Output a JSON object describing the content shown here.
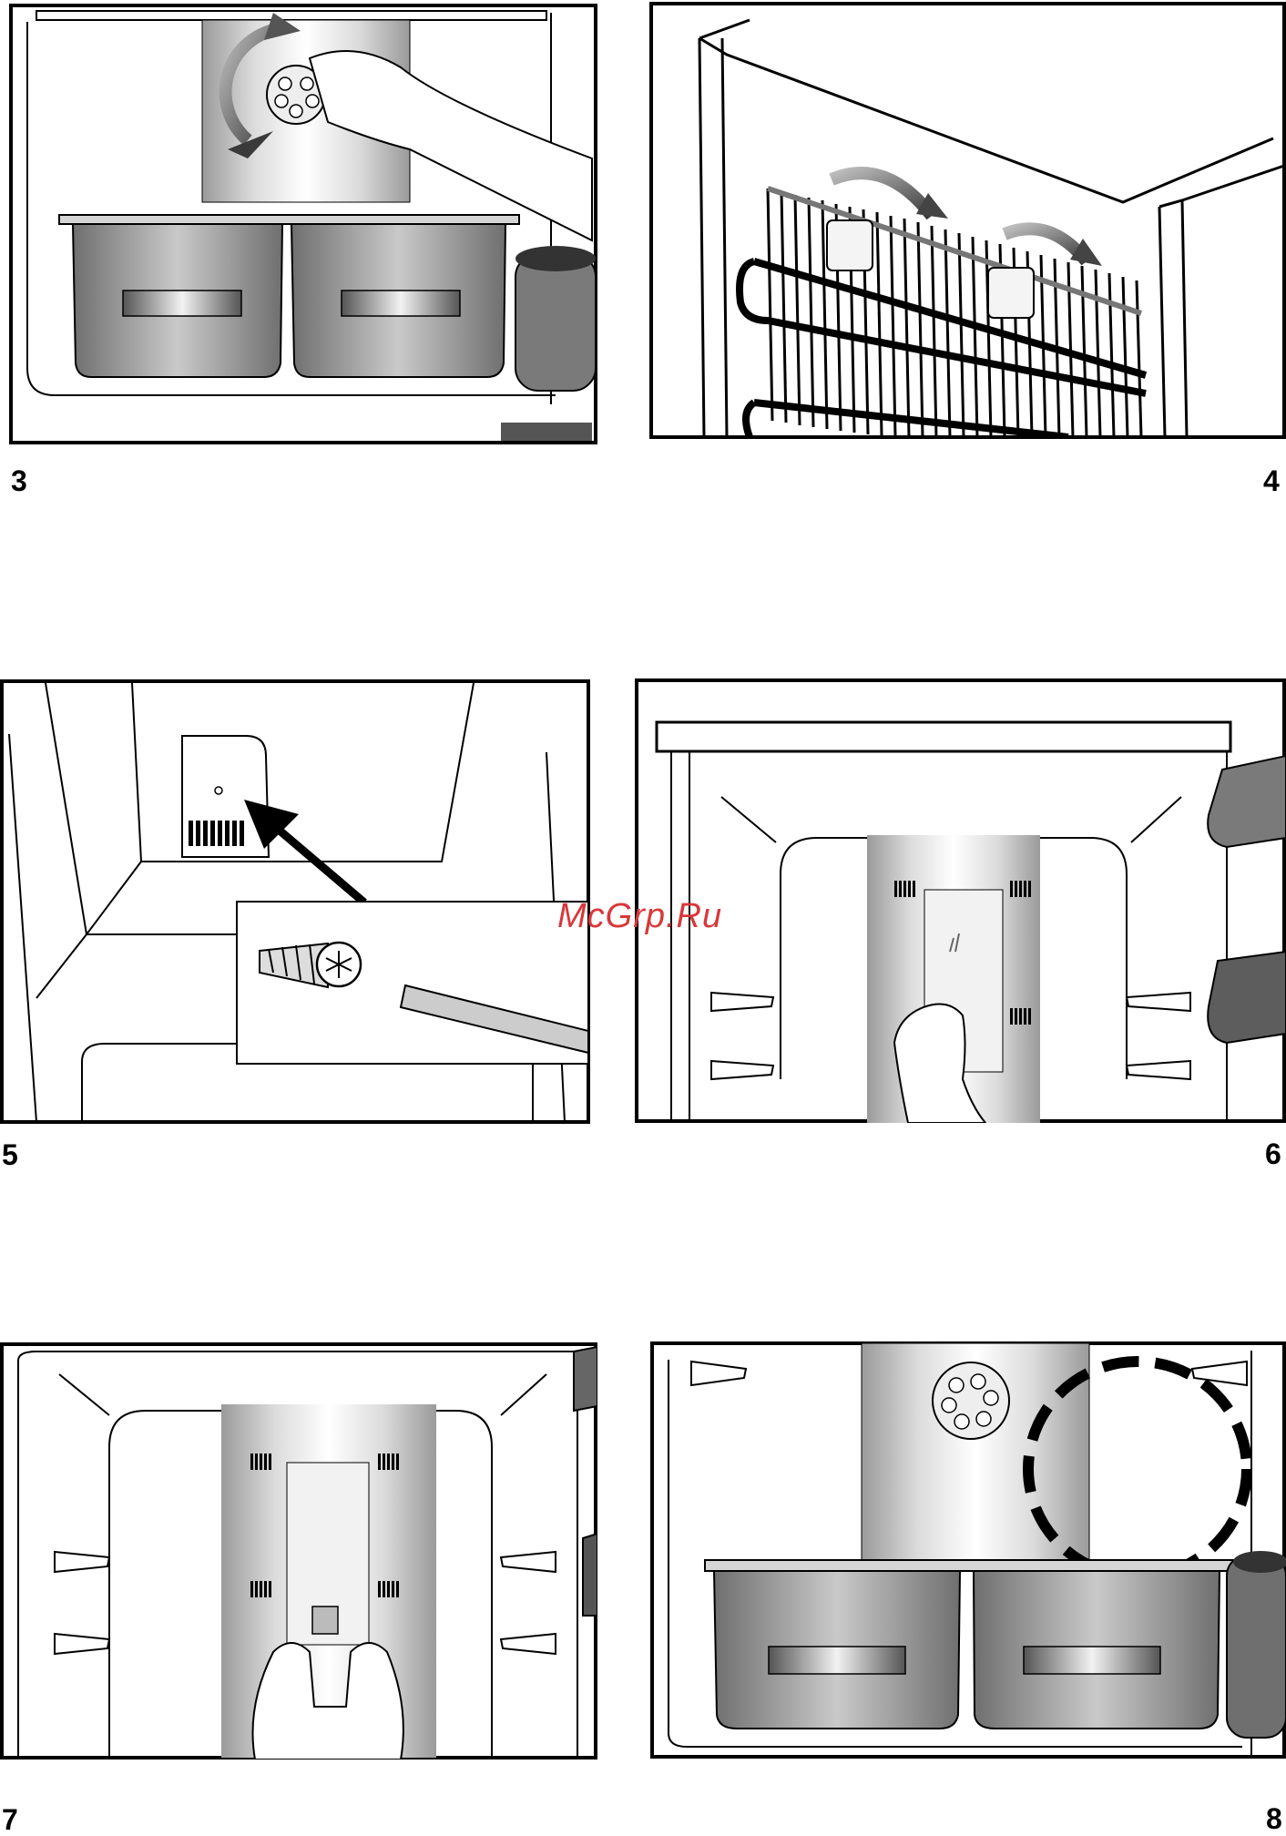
{
  "figures": [
    {
      "number": "3"
    },
    {
      "number": "4"
    },
    {
      "number": "5"
    },
    {
      "number": "6"
    },
    {
      "number": "7"
    },
    {
      "number": "8"
    }
  ],
  "watermark": {
    "text": "McGrp.Ru"
  }
}
